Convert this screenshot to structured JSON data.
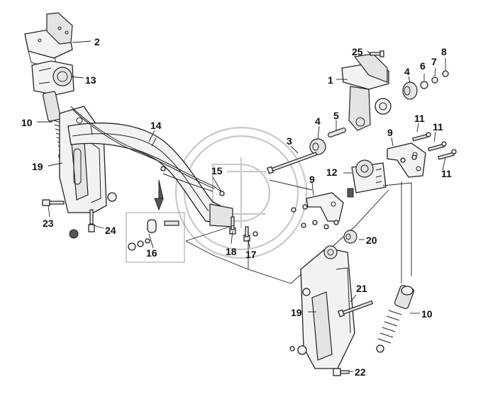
{
  "diagram": {
    "callouts": [
      {
        "id": "c2",
        "text": "2"
      },
      {
        "id": "c13",
        "text": "13"
      },
      {
        "id": "c10a",
        "text": "10"
      },
      {
        "id": "c14",
        "text": "14"
      },
      {
        "id": "c19a",
        "text": "19"
      },
      {
        "id": "c15",
        "text": "15"
      },
      {
        "id": "c23",
        "text": "23"
      },
      {
        "id": "c24",
        "text": "24"
      },
      {
        "id": "c16",
        "text": "16"
      },
      {
        "id": "c18",
        "text": "18"
      },
      {
        "id": "c17",
        "text": "17"
      },
      {
        "id": "c25",
        "text": "25"
      },
      {
        "id": "c8",
        "text": "8"
      },
      {
        "id": "c7",
        "text": "7"
      },
      {
        "id": "c6",
        "text": "6"
      },
      {
        "id": "c4a",
        "text": "4"
      },
      {
        "id": "c1",
        "text": "1"
      },
      {
        "id": "c4b",
        "text": "4"
      },
      {
        "id": "c5",
        "text": "5"
      },
      {
        "id": "c3",
        "text": "3"
      },
      {
        "id": "c11a",
        "text": "11"
      },
      {
        "id": "c11b",
        "text": "11"
      },
      {
        "id": "c11c",
        "text": "11"
      },
      {
        "id": "c9a",
        "text": "9"
      },
      {
        "id": "c9b",
        "text": "9"
      },
      {
        "id": "c12",
        "text": "12"
      },
      {
        "id": "c20",
        "text": "20"
      },
      {
        "id": "c21",
        "text": "21"
      },
      {
        "id": "c19b",
        "text": "19"
      },
      {
        "id": "c10b",
        "text": "10"
      },
      {
        "id": "c22",
        "text": "22"
      }
    ]
  }
}
